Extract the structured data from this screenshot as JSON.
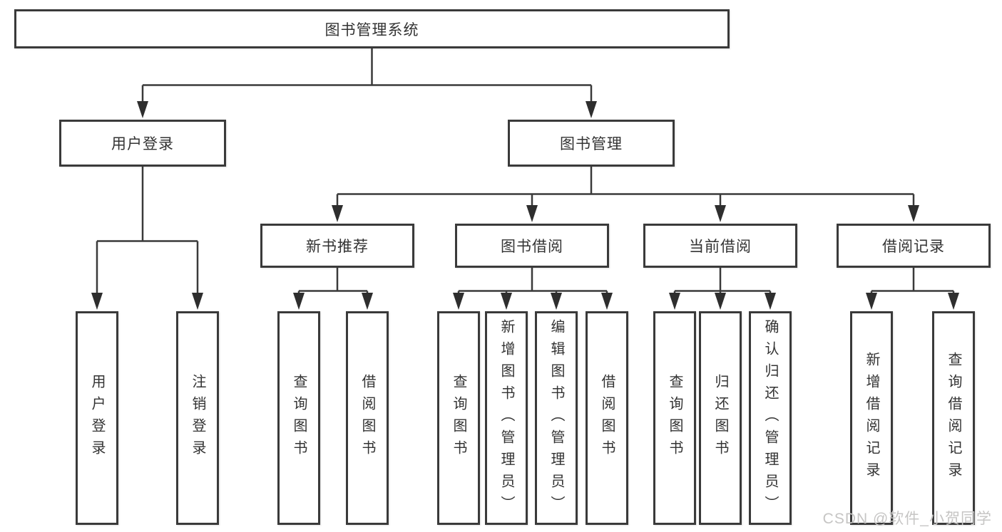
{
  "diagram": {
    "line_color": "#3a3a3a",
    "root": {
      "label": "图书管理系统"
    },
    "level2": [
      {
        "label": "用户登录"
      },
      {
        "label": "图书管理"
      }
    ],
    "level3": [
      {
        "label": "新书推荐"
      },
      {
        "label": "图书借阅"
      },
      {
        "label": "当前借阅"
      },
      {
        "label": "借阅记录"
      }
    ],
    "leaves": {
      "user_login": [
        "用户登录",
        "注销登录"
      ],
      "new_book": [
        "查询图书",
        "借阅图书"
      ],
      "book_borrow": [
        "查询图书",
        "新增图书（管理员）",
        "编辑图书（管理员）",
        "借阅图书"
      ],
      "current_borrow": [
        "查询图书",
        "归还图书",
        "确认归还（管理员）"
      ],
      "borrow_record": [
        "新增借阅记录",
        "查询借阅记录"
      ]
    }
  },
  "watermark": {
    "text": "CSDN @软件_小贺同学",
    "color": "#c6c5c4"
  }
}
